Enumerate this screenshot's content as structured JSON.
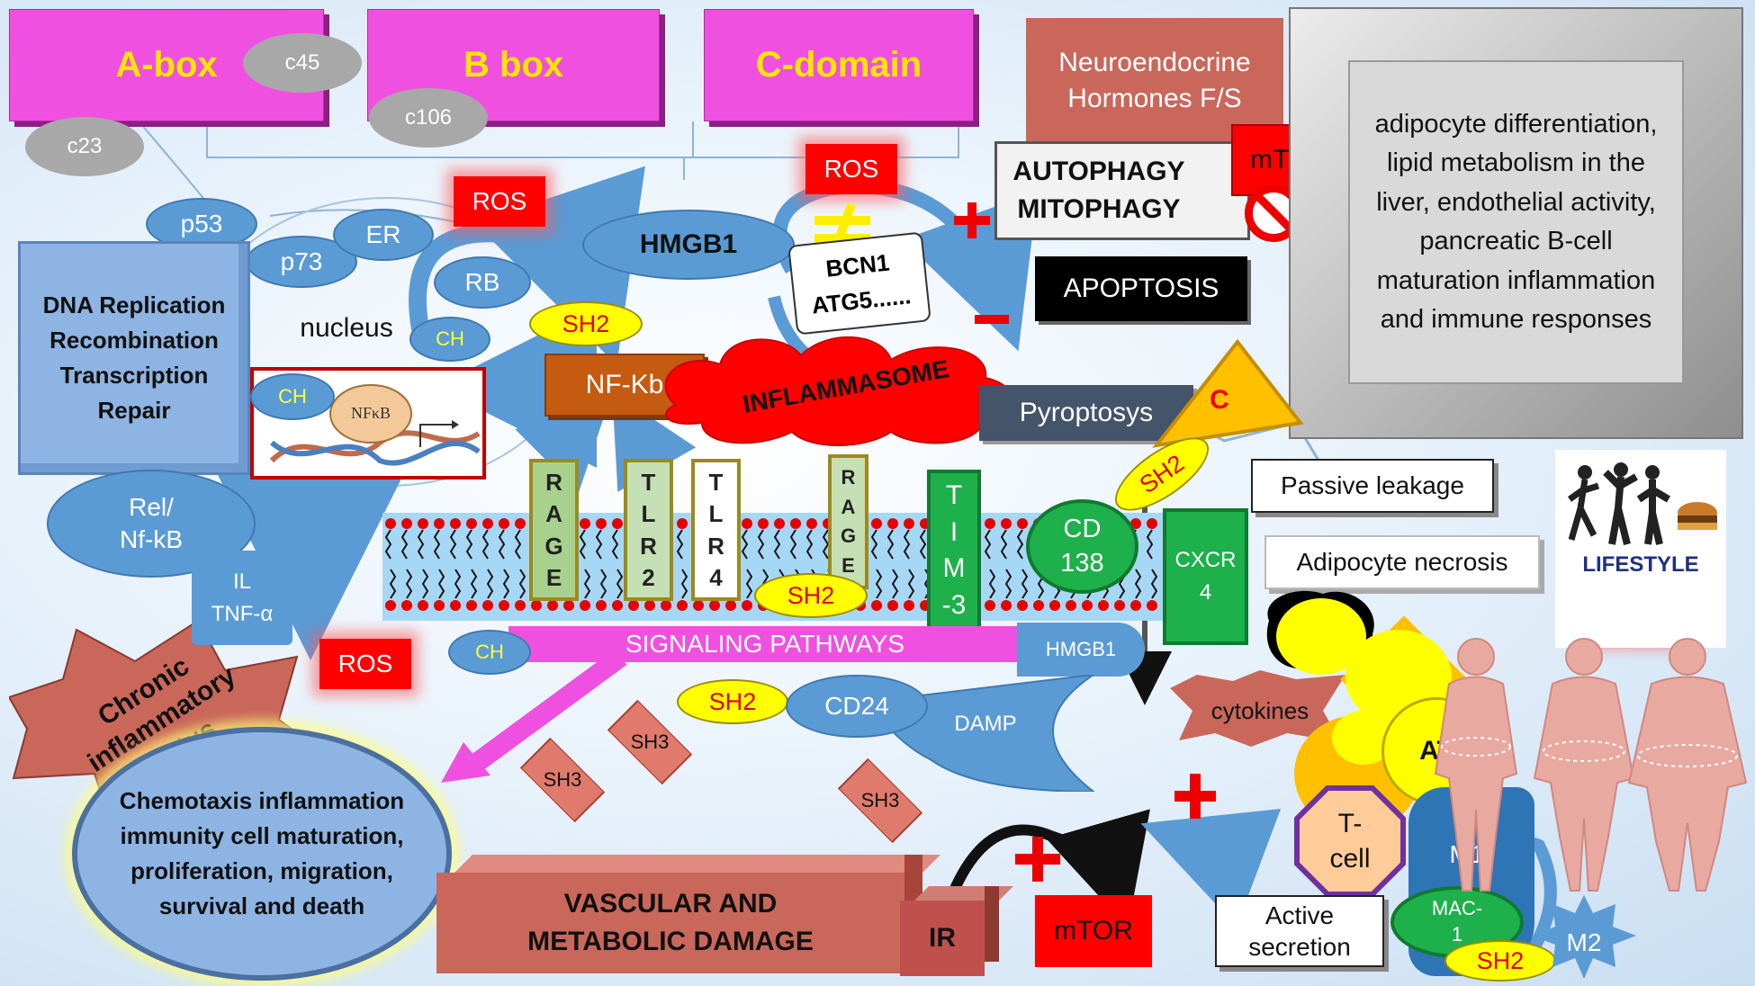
{
  "hmgb1_domains": {
    "a_box": "A-box",
    "b_box": "B box",
    "c_domain": "C-domain",
    "c45": "c45",
    "c106": "c106",
    "c23": "c23"
  },
  "neuroendocrine": "Neuroendocrine Hormones F/S",
  "autophagy": "AUTOPHAGY MITOPHAGY",
  "mtor": "mTOR",
  "apoptosis": "APOPTOSIS",
  "functions_box": "adipocyte differentiation, lipid metabolism in the liver, endothelial activity, pancreatic B-cell maturation inflammation and immune responses",
  "ros": "ROS",
  "hmgb1": "HMGB1",
  "bcn1": "BCN1\nATG5......",
  "factors": {
    "p53": "p53",
    "p73": "p73",
    "er": "ER",
    "rb": "RB"
  },
  "nucleus": "nucleus",
  "ch": "CH",
  "sh2": "SH2",
  "sh3": "SH3",
  "dna_box": "DNA Replication Recombination Transcription Repair",
  "nfkb_small": "NFκB",
  "nfkb": "NF-Kb",
  "inflammasome": "INFLAMMASOME",
  "pyroptosis": "Pyroptosys",
  "c_label": "C",
  "rel_nfkb": "Rel/\nNf-kB",
  "il_tnf": "IL\nTNF-α",
  "receptors": {
    "rage1": [
      "R",
      "A",
      "G",
      "E"
    ],
    "tlr2": [
      "T",
      "L",
      "R",
      "2"
    ],
    "tlr4": [
      "T",
      "L",
      "R",
      "4"
    ],
    "rage2": [
      "R",
      "A",
      "G",
      "E"
    ],
    "tim3": [
      "T",
      "I",
      "M",
      "-3"
    ]
  },
  "cd138": "CD\n138",
  "cxcr4": "CXCR\n4",
  "passive_leakage": "Passive leakage",
  "adipocyte_necrosis": "Adipocyte necrosis",
  "lifestyle": "LIFESTYLE",
  "signaling": "SIGNALING PATHWAYS",
  "hmgb1_small": "HMGB1",
  "chronic": "Chronic inflammatory status",
  "cd24": "CD24",
  "damp": "DAMP",
  "cytokines": "cytokines",
  "at": "AT",
  "outcomes": "Chemotaxis inflammation immunity cell maturation, proliferation, migration, survival and death",
  "vascular": "VASCULAR AND METABOLIC DAMAGE",
  "ir": "IR",
  "tcell": "T-\ncell",
  "m1": "M1",
  "mac1": "MAC-\n1",
  "m2": "M2",
  "active_secretion": "Active secretion",
  "colors": {
    "magenta": "#f050e0",
    "yellow": "#ffe600",
    "red": "#ff0000",
    "blue": "#5b9bd5",
    "green": "#1eb04b",
    "salmon": "#c9675b"
  }
}
